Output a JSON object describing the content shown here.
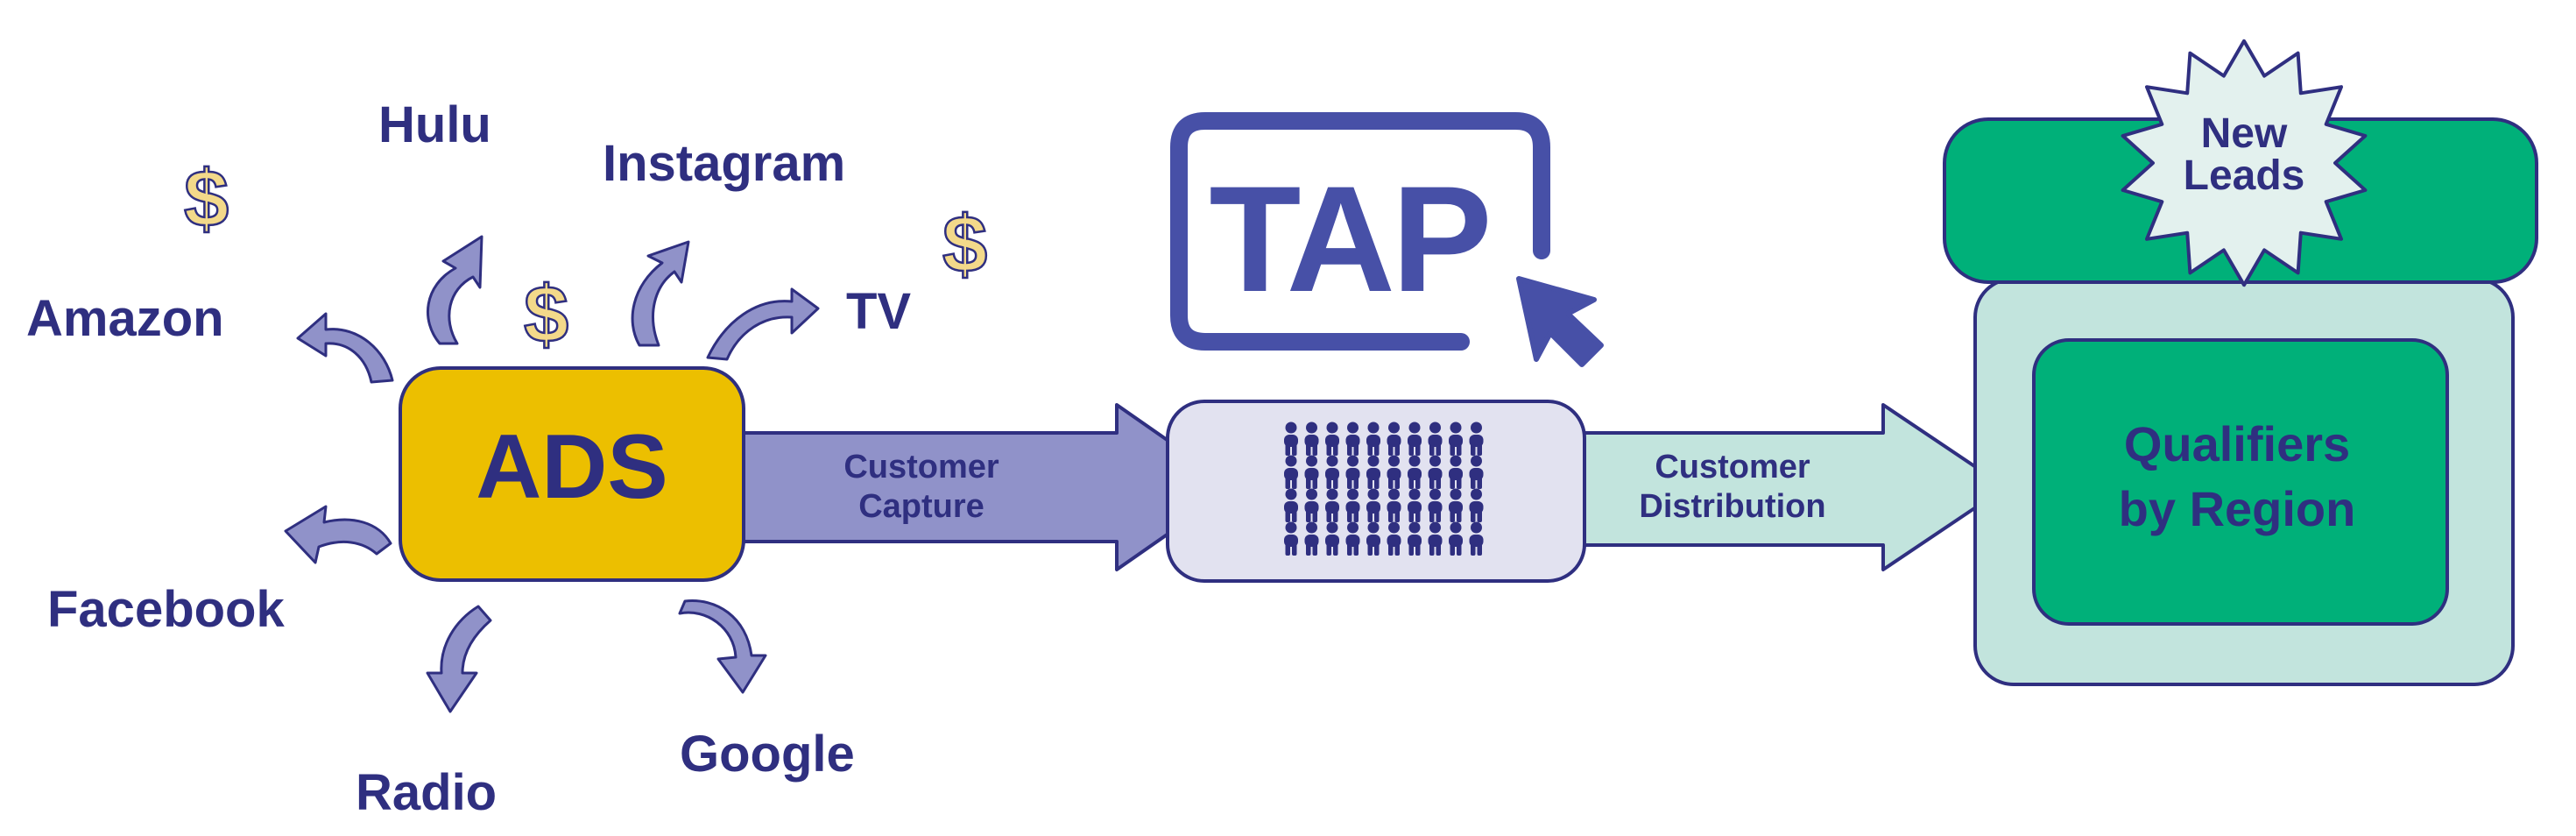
{
  "colors": {
    "navy": "#2f2f80",
    "ads_yellow": "#ecbf00",
    "arrow_purple": "#9092c9",
    "arrow_light": "#c2e4dd",
    "crowd_box": "#e2e2f0",
    "green": "#00b079",
    "mint": "#c2e4dd",
    "dollar": "#f3d98a",
    "tap_blue": "#4750a7"
  },
  "ads": {
    "label": "ADS"
  },
  "channels": {
    "hulu": "Hulu",
    "instagram": "Instagram",
    "amazon": "Amazon",
    "tv": "TV",
    "facebook": "Facebook",
    "radio": "Radio",
    "google": "Google"
  },
  "dollar_symbol": "$",
  "capture_arrow": {
    "line1": "Customer",
    "line2": "Capture"
  },
  "tap_logo": {
    "label": "TAP",
    "cursor_icon": "pointer-cursor-icon"
  },
  "crowd": {
    "icon": "people-group-icon",
    "rows": 4,
    "per_row": 10
  },
  "distribution_arrow": {
    "line1": "Customer",
    "line2": "Distribution"
  },
  "new_leads": {
    "line1": "New",
    "line2": "Leads"
  },
  "qualifiers": {
    "line1": "Qualifiers",
    "line2": "by Region"
  }
}
